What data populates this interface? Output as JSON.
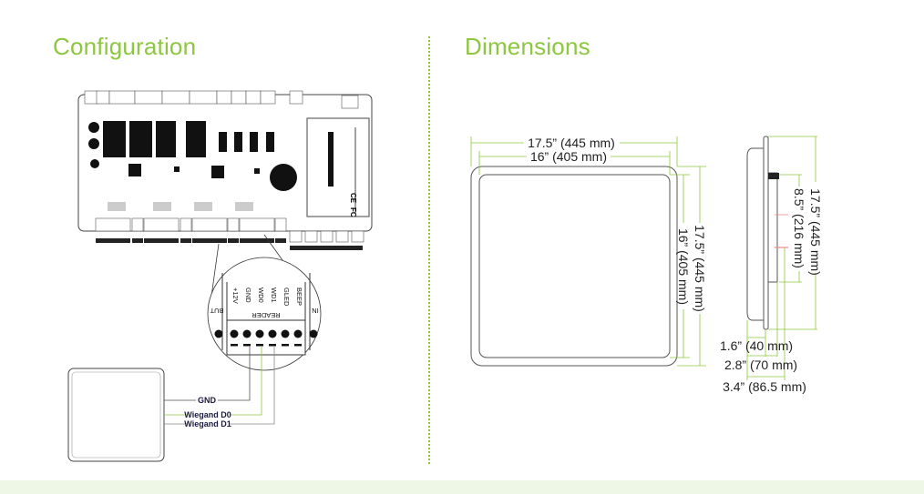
{
  "configuration": {
    "title": "Configuration",
    "reader_block_label": "READER",
    "pins": [
      "+12V",
      "GND",
      "WD0",
      "WD1",
      "GLED",
      "BEEP"
    ],
    "side_labels": [
      "BUT",
      "IN"
    ],
    "wires": [
      {
        "label": "GND",
        "color": "#555555"
      },
      {
        "label": "Wiegand D0",
        "color": "#8dc63f"
      },
      {
        "label": "Wiegand D1",
        "color": "#888888"
      }
    ],
    "board_marks": [
      "CE",
      "FC"
    ]
  },
  "dimensions": {
    "title": "Dimensions",
    "front_width_outer": "17.5” (445 mm)",
    "front_width_inner": "16” (405 mm)",
    "front_height_inner": "16” (405 mm)",
    "front_height_outer": "17.5” (445 mm)",
    "side_height": "17.5” (445 mm)",
    "side_box_height": "8.5” (216 mm)",
    "depth_1": "1.6” (40 mm)",
    "depth_2": "2.8” (70 mm)",
    "depth_3": "3.4” (86.5 mm)"
  },
  "colors": {
    "accent": "#8dc63f",
    "band": "#eef6e6"
  }
}
